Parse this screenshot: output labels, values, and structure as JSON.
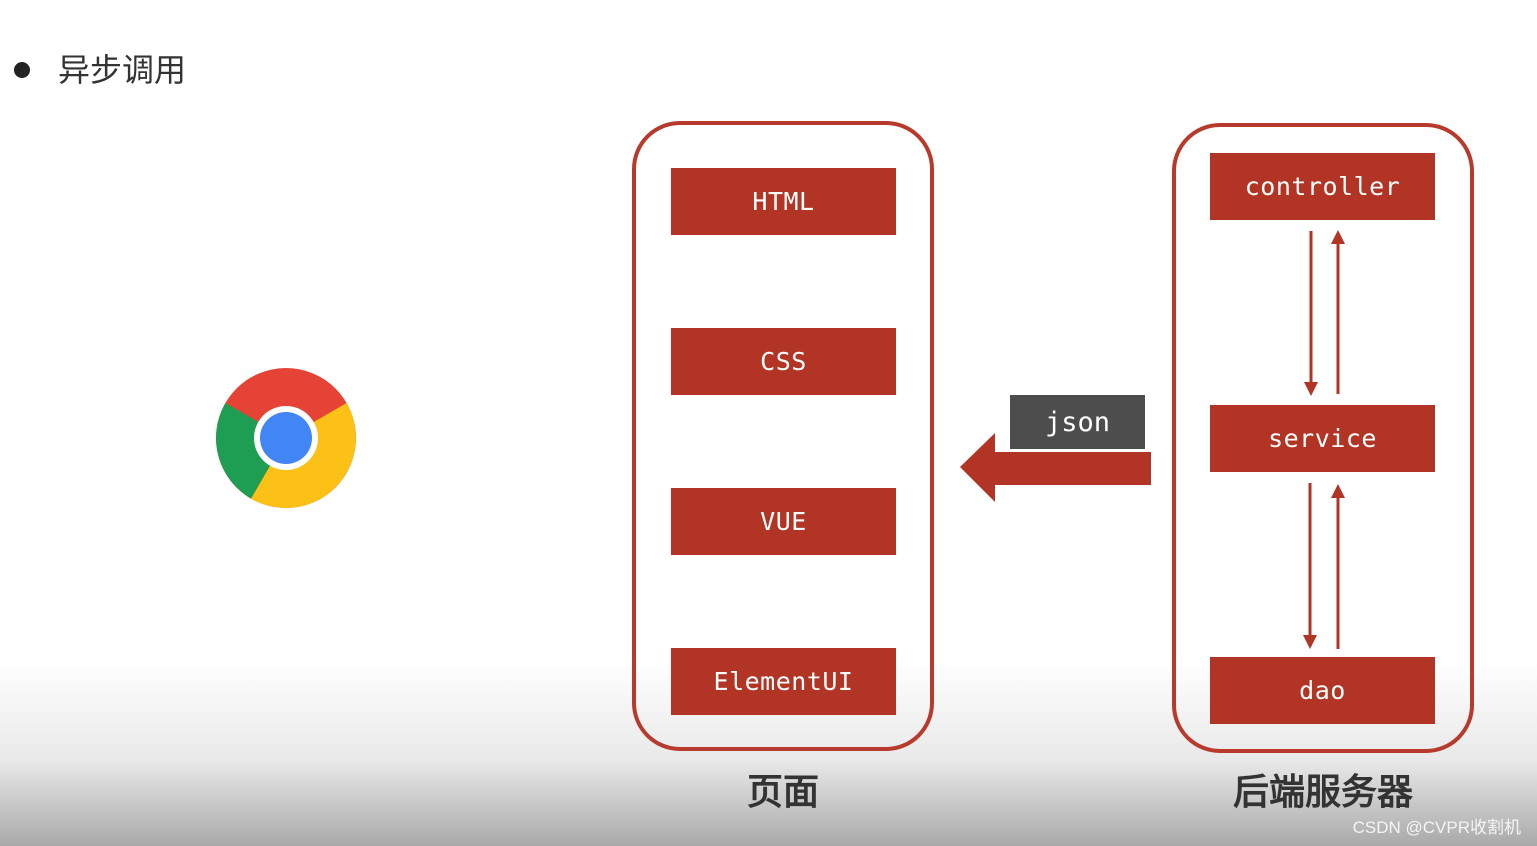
{
  "heading": {
    "text": "异步调用"
  },
  "browser": {
    "icon": "chrome-browser-icon",
    "colors": {
      "red": "#e54335",
      "yellow": "#fbc116",
      "green": "#1e9e52",
      "blue": "#4285f4"
    }
  },
  "page_group": {
    "label": "页面",
    "boxes": [
      "HTML",
      "CSS",
      "VUE",
      "ElementUI"
    ]
  },
  "server_group": {
    "label": "后端服务器",
    "boxes": [
      "controller",
      "service",
      "dao"
    ]
  },
  "transfer": {
    "label": "json",
    "direction": "server-to-page"
  },
  "colors": {
    "box_fill": "#b23425",
    "group_border": "#b73a2c",
    "json_tag": "#4d4d4d",
    "arrow": "#b23425"
  },
  "watermark": "CSDN @CVPR收割机"
}
